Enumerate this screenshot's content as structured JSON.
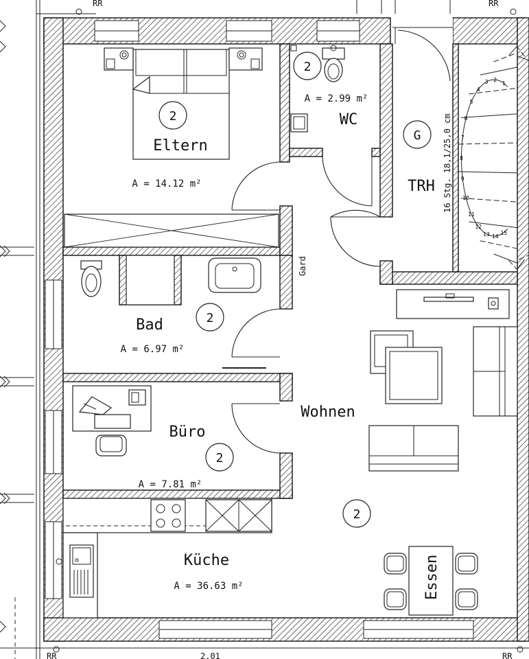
{
  "rooms": {
    "eltern": {
      "name": "Eltern",
      "area": "A = 14.12 m²",
      "level": "2"
    },
    "wc": {
      "name": "WC",
      "area": "A = 2.99 m²",
      "level": "2"
    },
    "trh": {
      "name": "TRH",
      "level": "G",
      "stair_note": "16 Stg. 18,1/25,0 cm"
    },
    "bad": {
      "name": "Bad",
      "area": "A = 6.97 m²",
      "level": "2"
    },
    "buero": {
      "name": "Büro",
      "area": "A = 7.81 m²",
      "level": "2"
    },
    "wohnen": {
      "name": "Wohnen",
      "level": "2"
    },
    "kueche": {
      "name": "Küche",
      "area": "A = 36.63 m²"
    },
    "essen": {
      "name": "Essen"
    }
  },
  "labels": {
    "gard": "Gard",
    "rr_top_left": "RR",
    "rr_top_right": "RR",
    "rr_bottom_left": "RR",
    "rr_bottom_right": "RR",
    "dim_bottom": "2.01"
  },
  "stair_numbers": [
    "1",
    "2",
    "3",
    "4",
    "5",
    "6",
    "7",
    "8",
    "9",
    "10",
    "11",
    "12",
    "13",
    "14",
    "15"
  ],
  "icons": [
    "toilet-icon",
    "sink-icon",
    "stove-icon",
    "bed-icon",
    "lamp-icon",
    "table-icon",
    "chair-icon",
    "sofa-icon",
    "rug-icon",
    "tv-icon",
    "desk-icon",
    "phone-icon"
  ]
}
